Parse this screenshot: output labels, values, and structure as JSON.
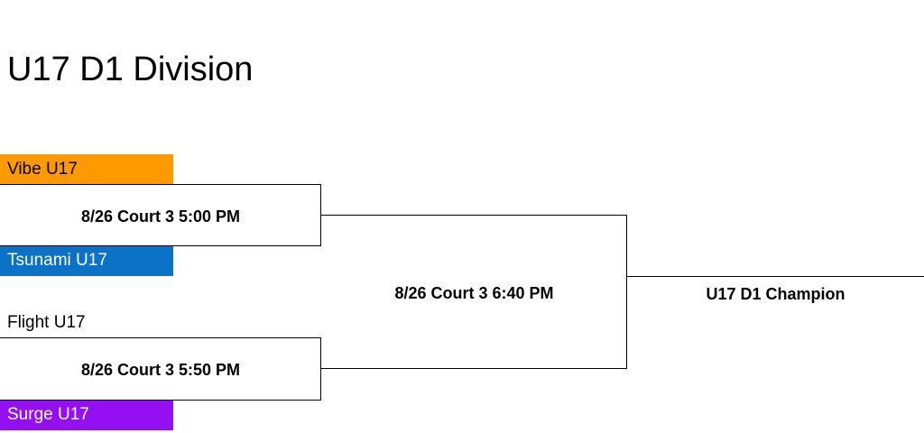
{
  "title": "U17 D1 Division",
  "teams": {
    "t1": {
      "name": "Vibe U17",
      "bg": "#ff9900",
      "color": "#000000"
    },
    "t2": {
      "name": "Tsunami U17",
      "bg": "#0b72c6",
      "color": "#ffffff"
    },
    "t3": {
      "name": "Flight U17",
      "bg": "#ffffff",
      "color": "#000000"
    },
    "t4": {
      "name": "Surge U17",
      "bg": "#9410f2",
      "color": "#ffffff"
    }
  },
  "matches": {
    "semi1": "8/26 Court 3 5:00 PM",
    "semi2": "8/26 Court 3 5:50 PM",
    "final": "8/26 Court 3 6:40 PM"
  },
  "champion": "U17 D1 Champion"
}
